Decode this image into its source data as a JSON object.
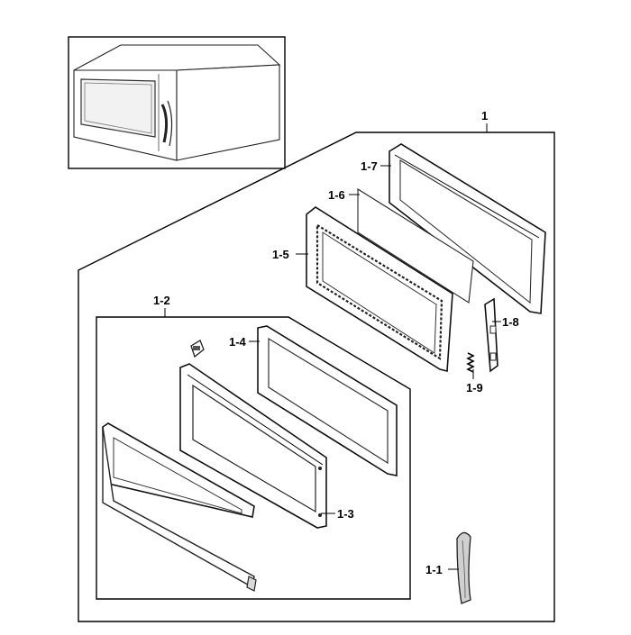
{
  "diagram": {
    "labels": {
      "assembly": "1",
      "handle": "1-1",
      "door_assembly": "1-2",
      "door_frame": "1-3",
      "door_glass_panel": "1-4",
      "choke_frame": "1-5",
      "screen_film": "1-6",
      "inner_door_frame": "1-7",
      "latch_hook": "1-8",
      "spring": "1-9"
    }
  }
}
